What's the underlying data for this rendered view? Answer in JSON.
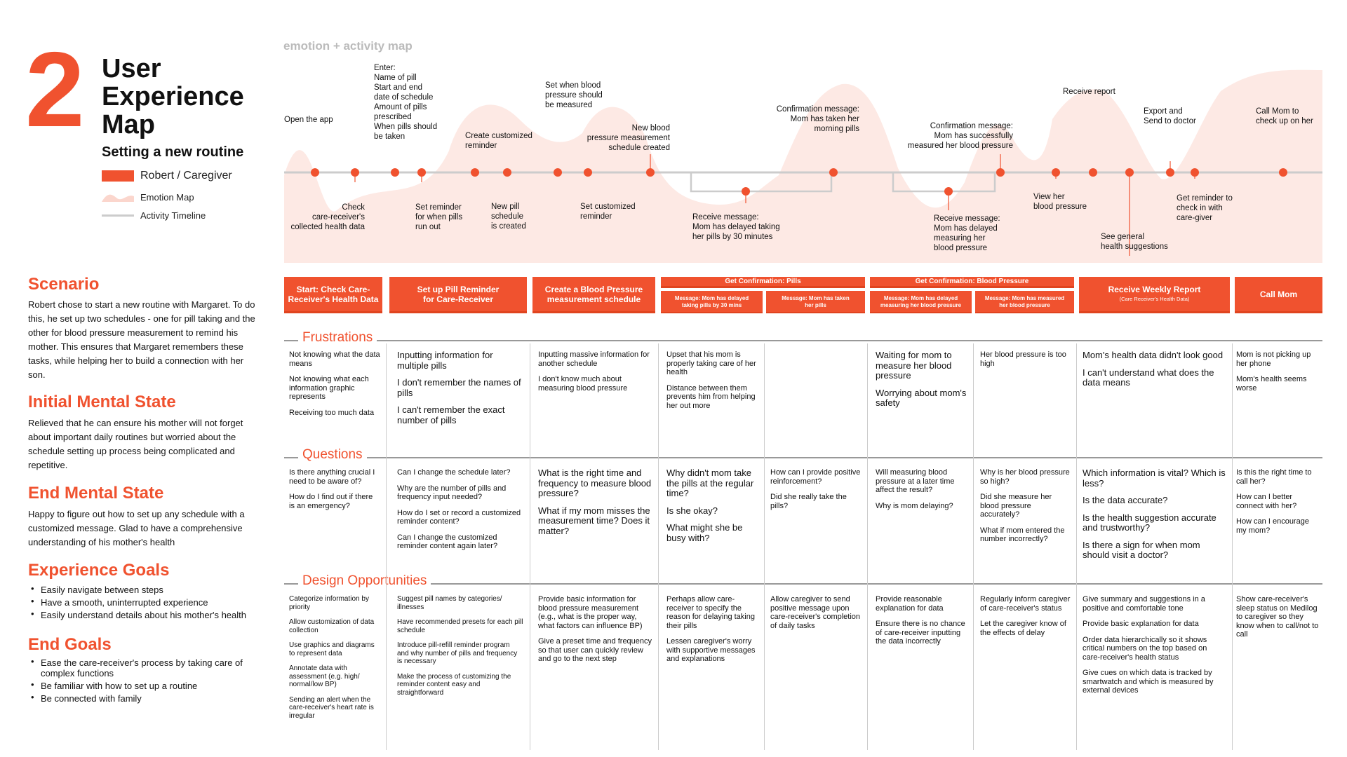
{
  "header": {
    "number": "2",
    "title": "User Experience Map",
    "subtitle": "Setting a new routine",
    "map_title": "emotion + activity map"
  },
  "legend": {
    "persona": "Robert / Caregiver",
    "emotion": "Emotion Map",
    "activity": "Activity Timeline"
  },
  "sections": {
    "scenario": {
      "title": "Scenario",
      "text": "Robert chose to start a new routine with Margaret. To do this, he set up two schedules - one for pill taking and the other for blood pressure measurement to remind his mother. This ensures that Margaret remembers these tasks, while helping her to build a connection with her son."
    },
    "initial": {
      "title": "Initial Mental State",
      "text": "Relieved that he can ensure his mother will not forget about important daily routines but worried about the schedule setting up process being complicated and repetitive."
    },
    "end": {
      "title": "End Mental State",
      "text": "Happy to figure out how to set up any schedule with a customized message. Glad to have a comprehensive understanding of his mother's health"
    },
    "exp_goals": {
      "title": "Experience Goals",
      "items": [
        "Easily navigate between steps",
        "Have a smooth, uninterrupted experience",
        "Easily understand details about his mother's health"
      ]
    },
    "end_goals": {
      "title": "End Goals",
      "items": [
        "Ease the care-receiver's process by taking care of complex functions",
        "Be familiar with how to set up a routine",
        "Be connected with family"
      ]
    }
  },
  "timeline": {
    "above": [
      "Open the app",
      "Enter:\nName of pill\nStart and end\ndate of schedule\nAmount of pills\nprescribed\nWhen pills should\nbe taken",
      "Create customized\nreminder",
      "Set when blood\npressure should\nbe measured",
      "New blood\npressure measurement\nschedule created",
      "Confirmation message:\nMom has taken her\nmorning pills",
      "Confirmation message:\nMom has successfully\nmeasured her blood pressure",
      "Receive report",
      "Export and\nSend to doctor",
      "Call Mom to\ncheck up on her"
    ],
    "below": [
      "Check\ncare-receiver's\ncollected health data",
      "Set reminder\nfor when pills\nrun out",
      "New pill\nschedule\nis created",
      "Set customized\nreminder",
      "Receive message:\nMom has delayed taking\nher pills by 30 minutes",
      "Receive message:\nMom has delayed\nmeasuring her\nblood pressure",
      "View her\nblood pressure",
      "See general\nhealth suggestions",
      "Get reminder to\ncheck in with\ncare-giver"
    ]
  },
  "phases": [
    {
      "label": "Start: Check Care-Receiver's Health Data"
    },
    {
      "label": "Set up Pill Reminder for Care-Receiver"
    },
    {
      "label": "Create a Blood Pressure measurement schedule"
    },
    {
      "label": "Get Confirmation: Pills"
    },
    {
      "label": "Get Confirmation: Blood Pressure"
    },
    {
      "label": "Receive Weekly Report",
      "sub": "(Care Receiver's Health Data)"
    },
    {
      "label": "Call Mom"
    }
  ],
  "subphases": [
    "Message: Mom has delayed taking pills by 30 mins",
    "Message: Mom has taken her pills",
    "Message: Mom has delayed measuring her blood pressure",
    "Message: Mom has measured her blood pressure"
  ],
  "rows": {
    "frustrations": {
      "title": "Frustrations",
      "cells": [
        [
          "Not knowing what the data means",
          "Not knowing what each information graphic represents",
          "Receiving too much data"
        ],
        [
          "Inputting information for multiple pills",
          "I don't remember the names of pills",
          "I can't remember the exact number of pills"
        ],
        [
          "Inputting massive information for another schedule",
          "I don't know much about measuring blood pressure"
        ],
        [
          "Upset that his mom is properly taking care of her health",
          "Distance between them prevents him from helping her out more"
        ],
        [],
        [
          "Waiting for mom to measure her blood pressure",
          "Worrying about mom's safety"
        ],
        [
          "Her blood pressure is too high"
        ],
        [
          "Mom's health data didn't look good",
          "I can't understand what does the data means"
        ],
        [
          "Mom is not picking up her phone",
          "Mom's health seems worse"
        ]
      ]
    },
    "questions": {
      "title": "Questions",
      "cells": [
        [
          "Is there anything crucial I need to be aware of?",
          "How do I find out if there is an emergency?"
        ],
        [
          "Can I change the schedule later?",
          "Why are the number of pills and frequency input needed?",
          "How do I set or record a customized reminder content?",
          "Can I change the customized reminder content again later?"
        ],
        [
          "What is the right time and frequency to measure blood pressure?",
          "What if my mom misses the measurement time? Does it matter?"
        ],
        [
          "Why didn't mom take the pills at the regular time?",
          "Is she okay?",
          "What might she be busy with?"
        ],
        [
          "How can I provide positive reinforcement?",
          "Did she really take the pills?"
        ],
        [
          "Will measuring blood pressure at a later time affect the result?",
          "Why is mom delaying?"
        ],
        [
          "Why is her blood pressure so high?",
          "Did she measure her blood pressure accurately?",
          "What if mom entered the number incorrectly?"
        ],
        [
          "Which information is vital? Which is less?",
          "Is the data accurate?",
          "Is the health suggestion accurate and trustworthy?",
          "Is there a sign for when mom should visit a doctor?"
        ],
        [
          "Is this the right time to call her?",
          "How can I better connect with her?",
          "How can I encourage my mom?"
        ]
      ]
    },
    "design": {
      "title": "Design Opportunities",
      "cells": [
        [
          "Categorize information by priority",
          "Allow customization of data collection",
          "Use graphics and diagrams to represent data",
          "Annotate data with assessment (e.g. high/ normal/low BP)",
          "Sending an alert when the care-receiver's heart rate is irregular"
        ],
        [
          "Suggest pill names by categories/ illnesses",
          "Have recommended presets for each pill schedule",
          "Introduce pill-refill reminder program and why number of pills and frequency is necessary",
          "Make the process of customizing the reminder content easy and straightforward"
        ],
        [
          "Provide basic information for blood pressure measurement (e.g., what is the proper way, what factors can influence BP)",
          "Give a preset time and frequency so that user can quickly review and go to the next step"
        ],
        [
          "Perhaps allow care-receiver to specify the reason for delaying taking their pills",
          "Lessen caregiver's worry with supportive messages and explanations"
        ],
        [
          "Allow caregiver to send positive message upon care-receiver's completion of daily tasks"
        ],
        [
          "Provide reasonable explanation for data",
          "Ensure there is no chance of care-receiver inputting the data incorrectly"
        ],
        [
          "Regularly inform caregiver of care-receiver's status",
          "Let the caregiver know of the effects of delay"
        ],
        [
          "Give summary and suggestions in a positive and comfortable tone",
          "Provide basic explanation for data",
          "Order data hierarchically so it shows critical numbers on the top based on care-receiver's health status",
          "Give cues on which data is tracked by smartwatch and which is measured by external devices"
        ],
        [
          "Show care-receiver's sleep status on Medilog to caregiver so they know when to call/not to call"
        ]
      ]
    }
  }
}
